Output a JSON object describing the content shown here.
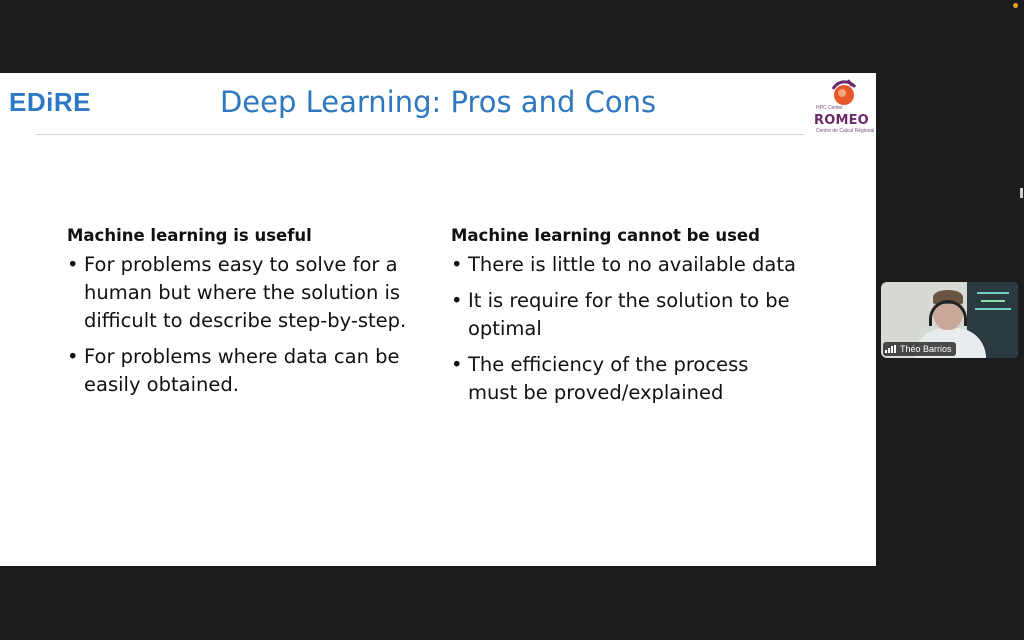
{
  "slide": {
    "logo_left": "EDiRE",
    "title": "Deep Learning: Pros and Cons",
    "logo_right": {
      "main": "ROMEO",
      "small_top": "HPC Center",
      "sub": "Centre de Calcul Régional"
    },
    "left_column": {
      "heading": "Machine learning is useful",
      "bullets": [
        "For problems easy to solve for a human but where the solution is difficult to describe step-by-step.",
        "For problems where data can be easily obtained."
      ]
    },
    "right_column": {
      "heading": "Machine learning cannot be used",
      "bullets": [
        "There is little to no available data",
        "It is require for the solution to be optimal",
        "The efficiency of the process must be proved/explained"
      ]
    }
  },
  "participant": {
    "name": "Théo Barrios",
    "connection_icon": "signal-bars-icon"
  },
  "colors": {
    "title_blue": "#2f78c0",
    "edire_blue": "#2b78c4",
    "romeo_purple": "#6b2b6a",
    "romeo_orange": "#e8572a",
    "background": "#1b1c1e"
  }
}
